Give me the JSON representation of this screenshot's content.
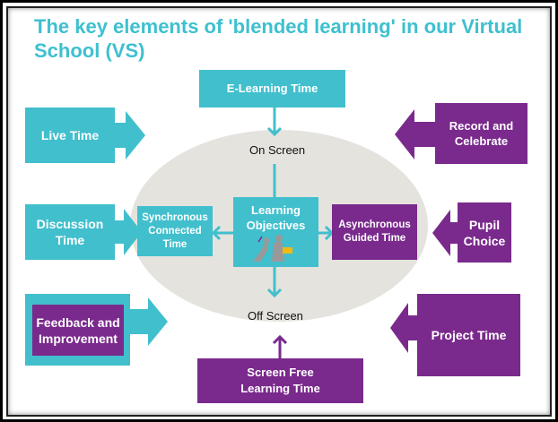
{
  "title": "The key elements of 'blended learning' in our Virtual School (VS)",
  "center": {
    "on_screen": "On Screen",
    "off_screen": "Off Screen",
    "learning_objectives": "Learning Objectives",
    "synchronous": "Synchronous Connected Time",
    "asynchronous": "Asynchronous Guided Time"
  },
  "boxes": {
    "elearning": "E-Learning Time",
    "live": "Live Time",
    "discussion": "Discussion Time",
    "feedback": "Feedback and Improvement",
    "record": "Record and Celebrate",
    "pupil_choice": "Pupil Choice",
    "project": "Project Time",
    "screen_free": "Screen Free Learning Time"
  },
  "colors": {
    "teal": "#41bfcd",
    "purple": "#7a2a8c",
    "ellipse": "#e5e3de",
    "title": "#3ec0cf"
  }
}
